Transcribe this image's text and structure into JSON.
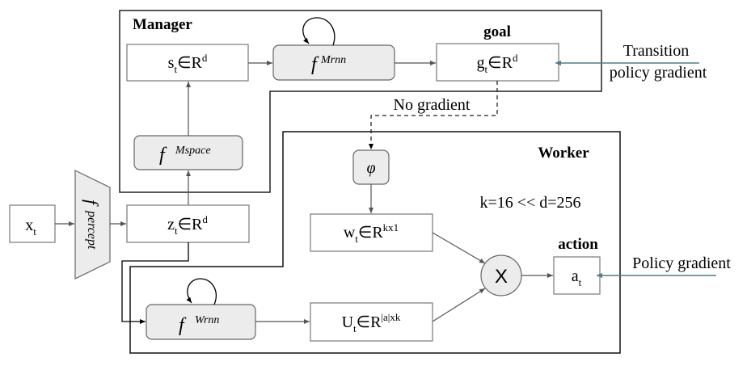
{
  "manager": {
    "title": "Manager",
    "state": {
      "base": "s",
      "sub": "t",
      "rel": "∈R",
      "sup": "d"
    },
    "rnn": {
      "f": "f",
      "sup": "Mrnn"
    },
    "space": {
      "f": "f",
      "sup": "Mspace"
    },
    "goal_label": "goal",
    "goal": {
      "base": "g",
      "sub": "t",
      "rel": "∈R",
      "sup": "d"
    }
  },
  "worker": {
    "title": "Worker",
    "phi": "φ",
    "note": "k=16 << d=256",
    "w": {
      "base": "w",
      "sub": "t",
      "rel": "∈R",
      "sup": "kx1"
    },
    "rnn": {
      "f": "f",
      "sup": "Wrnn"
    },
    "u": {
      "base": "U",
      "sub": "t",
      "rel": "∈R",
      "sup": "|a|xk"
    },
    "mult": "X",
    "action_label": "action",
    "action": {
      "base": "a",
      "sub": "t"
    }
  },
  "input": {
    "base": "x",
    "sub": "t"
  },
  "percept": {
    "f": "f",
    "sup": "percept"
  },
  "latent": {
    "base": "z",
    "sub": "t",
    "rel": "∈R",
    "sup": "d"
  },
  "annotations": {
    "transition_line1": "Transition",
    "transition_line2": "policy gradient",
    "no_gradient": "No gradient",
    "policy_gradient": "Policy gradient"
  },
  "colors": {
    "node_fill": "#ececec",
    "line": "#555555",
    "gradient_arrow": "#4a7f8c"
  }
}
